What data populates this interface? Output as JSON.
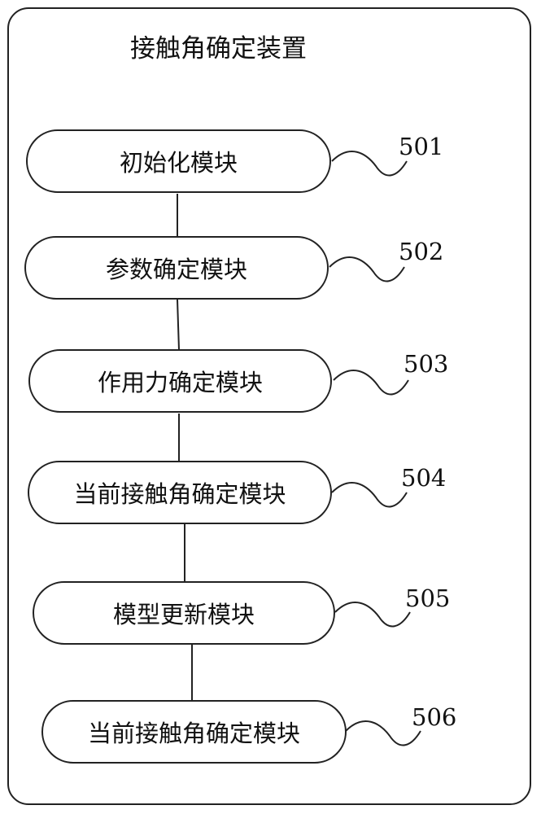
{
  "diagram": {
    "title": "接触角确定装置",
    "modules": [
      {
        "label": "初始化模块",
        "ref": "501"
      },
      {
        "label": "参数确定模块",
        "ref": "502"
      },
      {
        "label": "作用力确定模块",
        "ref": "503"
      },
      {
        "label": "当前接触角确定模块",
        "ref": "504"
      },
      {
        "label": "模型更新模块",
        "ref": "505"
      },
      {
        "label": "当前接触角确定模块",
        "ref": "506"
      }
    ]
  }
}
